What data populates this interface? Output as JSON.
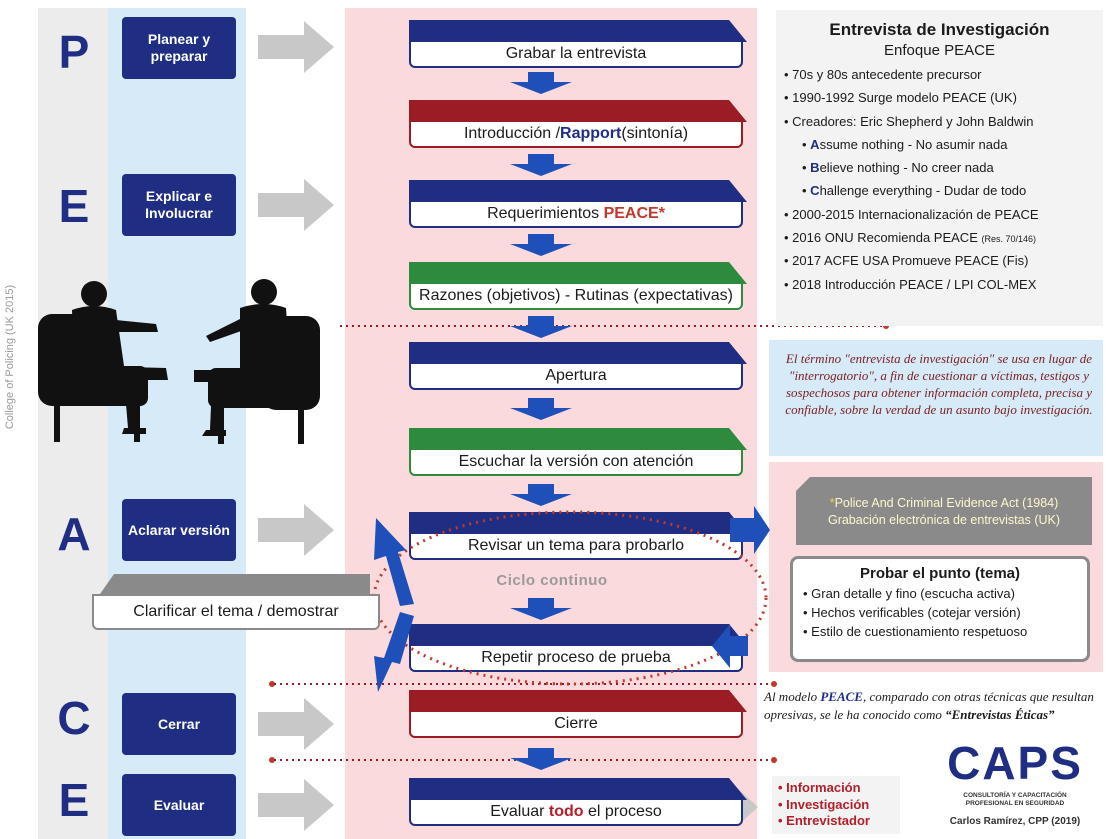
{
  "side_credit": "College of Policing (UK 2015)",
  "phases": [
    {
      "letter": "P",
      "label": "Planear y preparar"
    },
    {
      "letter": "E",
      "label": "Explicar e Involucrar"
    },
    {
      "letter": "A",
      "label": "Aclarar versión"
    },
    {
      "letter": "C",
      "label": "Cerrar"
    },
    {
      "letter": "E",
      "label": "Evaluar"
    }
  ],
  "steps": {
    "grabar": {
      "text": "Grabar la entrevista"
    },
    "intro": {
      "pre": "Introducción / ",
      "bold": "Rapport",
      "post": " (sintonía)"
    },
    "req": {
      "pre": "Requerimientos ",
      "bold": "PEACE*"
    },
    "razones": {
      "text": "Razones (objetivos) - Rutinas (expectativas)"
    },
    "apertura": {
      "text": "Apertura"
    },
    "escuchar": {
      "text": "Escuchar la versión con atención"
    },
    "revisar": {
      "text": "Revisar un tema para probarlo"
    },
    "repetir": {
      "text": "Repetir proceso de prueba"
    },
    "cierre": {
      "text": "Cierre"
    },
    "evaluar": {
      "pre": "Evaluar ",
      "bold": "todo",
      "post": " el proceso"
    }
  },
  "cycle_label": "Ciclo continuo",
  "clarify_label": "Clarificar el tema / demostrar",
  "info": {
    "title": "Entrevista de Investigación",
    "subtitle": "Enfoque PEACE",
    "items": [
      {
        "text": "• 70s y 80s antecedente precursor"
      },
      {
        "text": "• 1990-1992 Surge modelo PEACE (UK)"
      },
      {
        "text": "• Creadores: Eric Shepherd y John Baldwin"
      },
      {
        "bullet": "• ",
        "initial": "A",
        "rest": "ssume nothing - No asumir nada"
      },
      {
        "bullet": "• ",
        "initial": "B",
        "rest": "elieve nothing - No creer nada"
      },
      {
        "bullet": "• ",
        "initial": "C",
        "rest": "hallenge everything - Dudar de todo"
      },
      {
        "text": "• 2000-2015 Internacionalización de PEACE"
      },
      {
        "text": "• 2016 ONU Recomienda PEACE ",
        "small": "(Res. 70/146)"
      },
      {
        "text": "• 2017 ACFE USA Promueve PEACE (Fis)"
      },
      {
        "text": "• 2018 Introducción PEACE / LPI COL-MEX"
      }
    ]
  },
  "note1": "El término \"entrevista de investigación\" se usa en lugar de \"interrogatorio\", a fin de cuestionar a víctimas, testigos y sospechosos para obtener información completa, precisa y confiable, sobre la verdad de un asunto bajo investigación.",
  "police": {
    "star": "*",
    "line1": "Police And Criminal Evidence Act (1984)",
    "line2": "Grabación electrónica de entrevistas (UK)"
  },
  "probar": {
    "title": "Probar el punto (tema)",
    "items": [
      "• Gran detalle y fino (escucha activa)",
      "• Hechos verificables (cotejar versión)",
      "• Estilo de cuestionamiento respetuoso"
    ]
  },
  "note2": {
    "pre": "Al modelo ",
    "bold": "PEACE",
    "mid": ", comparado con otras técnicas que resultan opresivas, se le ha conocido como ",
    "quote": "“Entrevistas Éticas”"
  },
  "outcomes": [
    "• Información",
    "• Investigación",
    "• Entrevistador"
  ],
  "logo": {
    "name": "CAPS",
    "sub1": "CONSULTORÍA Y CAPACITACIÓN",
    "sub2": "PROFESIONAL EN SEGURIDAD",
    "author": "Carlos Ramírez, CPP (2019)"
  },
  "colors": {
    "navy": "#1f2d83",
    "dark_red": "#9b1c24",
    "green": "#2e8b3d",
    "gray": "#8a8a8a",
    "accent_red": "#c0392b"
  }
}
